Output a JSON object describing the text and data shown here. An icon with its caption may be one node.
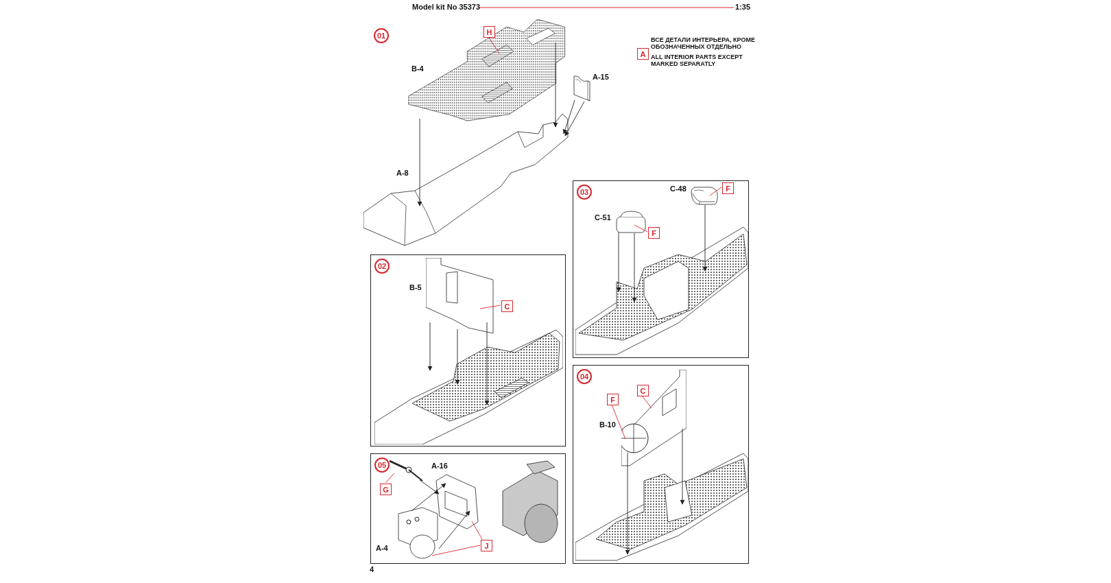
{
  "diagram": {
    "nodes": [
      {
        "text": [
          "01"
        ]
      },
      {
        "text": [],
        "shape": "picture",
        "beside": [
          "B-4"
        ]
      },
      {
        "text": [
          "H"
        ]
      },
      {
        "text": [],
        "shape": "picture",
        "beside": [
          "A-15"
        ]
      },
      {
        "text": [],
        "shape": "picture",
        "beside": [
          "A-8"
        ]
      },
      {
        "text": [
          "A"
        ],
        "beside": [
          "ВСЕ ДЕТАЛИ ИНТЕРЬЕРА, КРОМЕ ОБОЗНАЧЕННЫХ ОТДЕЛЬНО",
          "ALL INTERIOR PARTS EXCEPT MARKED SEPARATLY"
        ]
      },
      {
        "text": [],
        "shape": "box"
      },
      {
        "text": [
          "02"
        ],
        "in": 6
      },
      {
        "text": [],
        "shape": "picture",
        "beside": [
          "B-5"
        ],
        "in": 6
      },
      {
        "text": [
          "C"
        ],
        "in": 6
      },
      {
        "text": [],
        "shape": "picture",
        "in": 6
      },
      {
        "text": [],
        "shape": "box"
      },
      {
        "text": [
          "03"
        ],
        "in": 11
      },
      {
        "text": [],
        "shape": "picture",
        "beside": [
          "C-51"
        ],
        "in": 11
      },
      {
        "text": [
          "F"
        ],
        "in": 11
      },
      {
        "text": [],
        "shape": "picture",
        "beside": [
          "C-48"
        ],
        "in": 11
      },
      {
        "text": [
          "F"
        ],
        "in": 11
      },
      {
        "text": [],
        "shape": "picture",
        "in": 11
      },
      {
        "text": [],
        "shape": "box"
      },
      {
        "text": [
          "04"
        ],
        "in": 18
      },
      {
        "text": [],
        "shape": "picture",
        "beside": [
          "B-10"
        ],
        "in": 18
      },
      {
        "text": [
          "C"
        ],
        "in": 18
      },
      {
        "text": [
          "F"
        ],
        "in": 18
      },
      {
        "text": [],
        "shape": "picture",
        "in": 18
      },
      {
        "text": [],
        "shape": "box"
      },
      {
        "text": [
          "05"
        ],
        "in": 24
      },
      {
        "text": [],
        "shape": "picture",
        "in": 24
      },
      {
        "text": [
          "G"
        ],
        "in": 24
      },
      {
        "text": [],
        "shape": "picture",
        "beside": [
          "A-16"
        ],
        "in": 24
      },
      {
        "text": [],
        "shape": "picture",
        "beside": [
          "A-4"
        ],
        "in": 24
      },
      {
        "text": [
          "J"
        ],
        "in": 24
      },
      {
        "text": [],
        "shape": "picture",
        "in": 24
      }
    ],
    "edges": [
      {
        "from": 1,
        "to": 4,
        "arrow": "to"
      },
      {
        "from": 1,
        "to": 4,
        "arrow": "to"
      },
      {
        "from": 3,
        "to": 4,
        "arrow": "to"
      },
      {
        "from": 3,
        "to": 4,
        "arrow": "to"
      },
      {
        "from": 2,
        "to": 1,
        "arrow": "none",
        "color": "#d7262e"
      },
      {
        "from": 8,
        "to": 10,
        "arrow": "to"
      },
      {
        "from": 8,
        "to": 10,
        "arrow": "to"
      },
      {
        "from": 8,
        "to": 10,
        "arrow": "to"
      },
      {
        "from": 9,
        "to": 8,
        "arrow": "none",
        "color": "#d7262e"
      },
      {
        "from": 13,
        "to": 17,
        "arrow": "to"
      },
      {
        "from": 13,
        "to": 17,
        "arrow": "to"
      },
      {
        "from": 15,
        "to": 17,
        "arrow": "to"
      },
      {
        "from": 14,
        "to": 13,
        "arrow": "none",
        "color": "#d7262e"
      },
      {
        "from": 16,
        "to": 15,
        "arrow": "none",
        "color": "#d7262e"
      },
      {
        "from": 20,
        "to": 23,
        "arrow": "to"
      },
      {
        "from": 20,
        "to": 23,
        "arrow": "to"
      },
      {
        "from": 21,
        "to": 20,
        "arrow": "none",
        "color": "#d7262e"
      },
      {
        "from": 22,
        "to": 20,
        "arrow": "none",
        "color": "#d7262e"
      },
      {
        "from": 26,
        "to": 28,
        "arrow": "to"
      },
      {
        "from": 29,
        "to": 28,
        "arrow": "to"
      },
      {
        "from": 29,
        "to": 28,
        "arrow": "to"
      },
      {
        "from": 27,
        "to": 26,
        "arrow": "none",
        "color": "#d7262e"
      },
      {
        "from": 30,
        "to": 28,
        "arrow": "none",
        "color": "#d7262e"
      },
      {
        "from": 30,
        "to": 29,
        "arrow": "none",
        "color": "#d7262e"
      }
    ],
    "labels": [
      "Model kit No 35373",
      "1:35",
      "4"
    ]
  }
}
